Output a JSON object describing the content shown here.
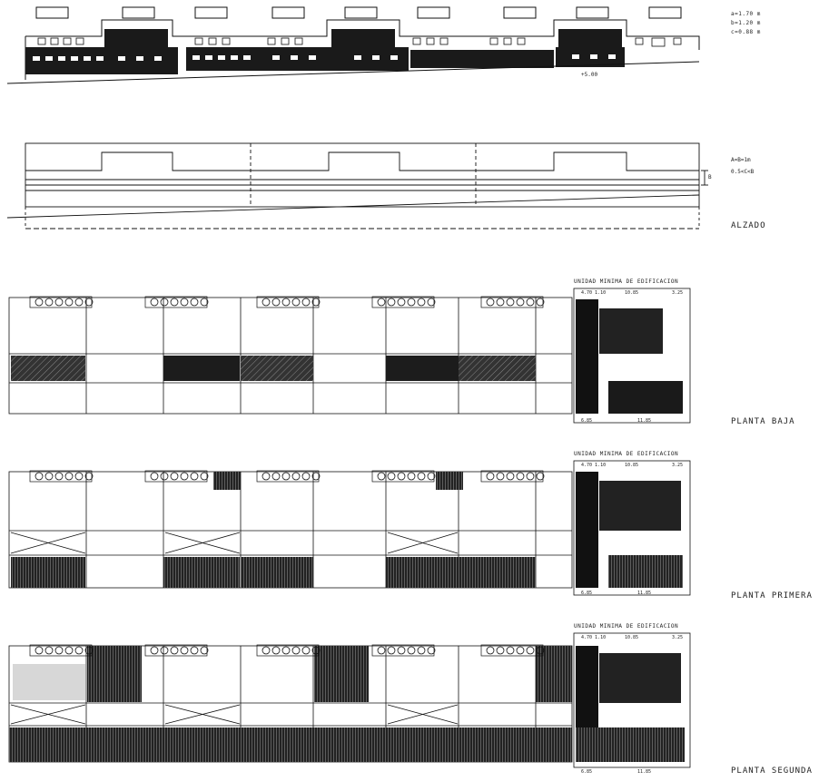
{
  "top_elevation": {
    "dimensions": [
      "a=1.70 m",
      "b=1.20 m",
      "c=0.88 m"
    ],
    "level_mark": "+5.00"
  },
  "schematic_elevation": {
    "notes": [
      "A=B=1m",
      "0.5<C<B"
    ],
    "height_mark": "B",
    "title": "ALZADO"
  },
  "plans": [
    {
      "title": "PLANTA BAJA",
      "unit_header": "UNIDAD MINIMA DE EDIFICACION",
      "dim_top": [
        "4.70 1.10",
        "10.85",
        "3.25"
      ],
      "dim_bottom": [
        "6.85",
        "11.85"
      ]
    },
    {
      "title": "PLANTA PRIMERA",
      "unit_header": "UNIDAD MINIMA DE EDIFICACION",
      "dim_top": [
        "4.70 1.10",
        "10.85",
        "3.25"
      ],
      "dim_bottom": [
        "6.85",
        "11.85"
      ]
    },
    {
      "title": "PLANTA SEGUNDA",
      "unit_header": "UNIDAD MINIMA DE EDIFICACION",
      "dim_top": [
        "4.70 1.10",
        "10.85",
        "3.25"
      ],
      "dim_bottom": [
        "6.85",
        "11.85"
      ]
    }
  ]
}
